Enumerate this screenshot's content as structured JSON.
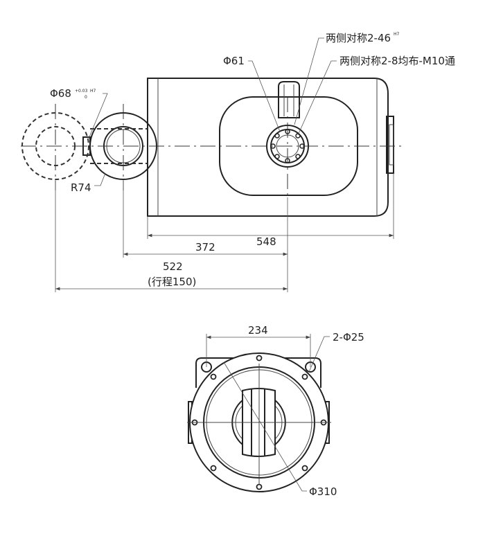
{
  "top_view": {
    "callout_holes": "两侧对称2-46",
    "callout_holes_tol": "H7",
    "callout_threads": "两侧对称2-8均布-M10通",
    "callout_bore": "Φ61",
    "callout_trunnion": "Φ68",
    "callout_trunnion_upper": "+0.03",
    "callout_trunnion_lower": "0",
    "callout_trunnion_fit": "H7",
    "callout_radius": "R74",
    "dim_overall": "548",
    "dim_center": "372",
    "dim_stroke_total": "522",
    "dim_stroke_note": "(行程150)"
  },
  "end_view": {
    "dim_hole_spacing": "234",
    "callout_holes": "2-Φ25",
    "callout_diameter": "Φ310"
  }
}
